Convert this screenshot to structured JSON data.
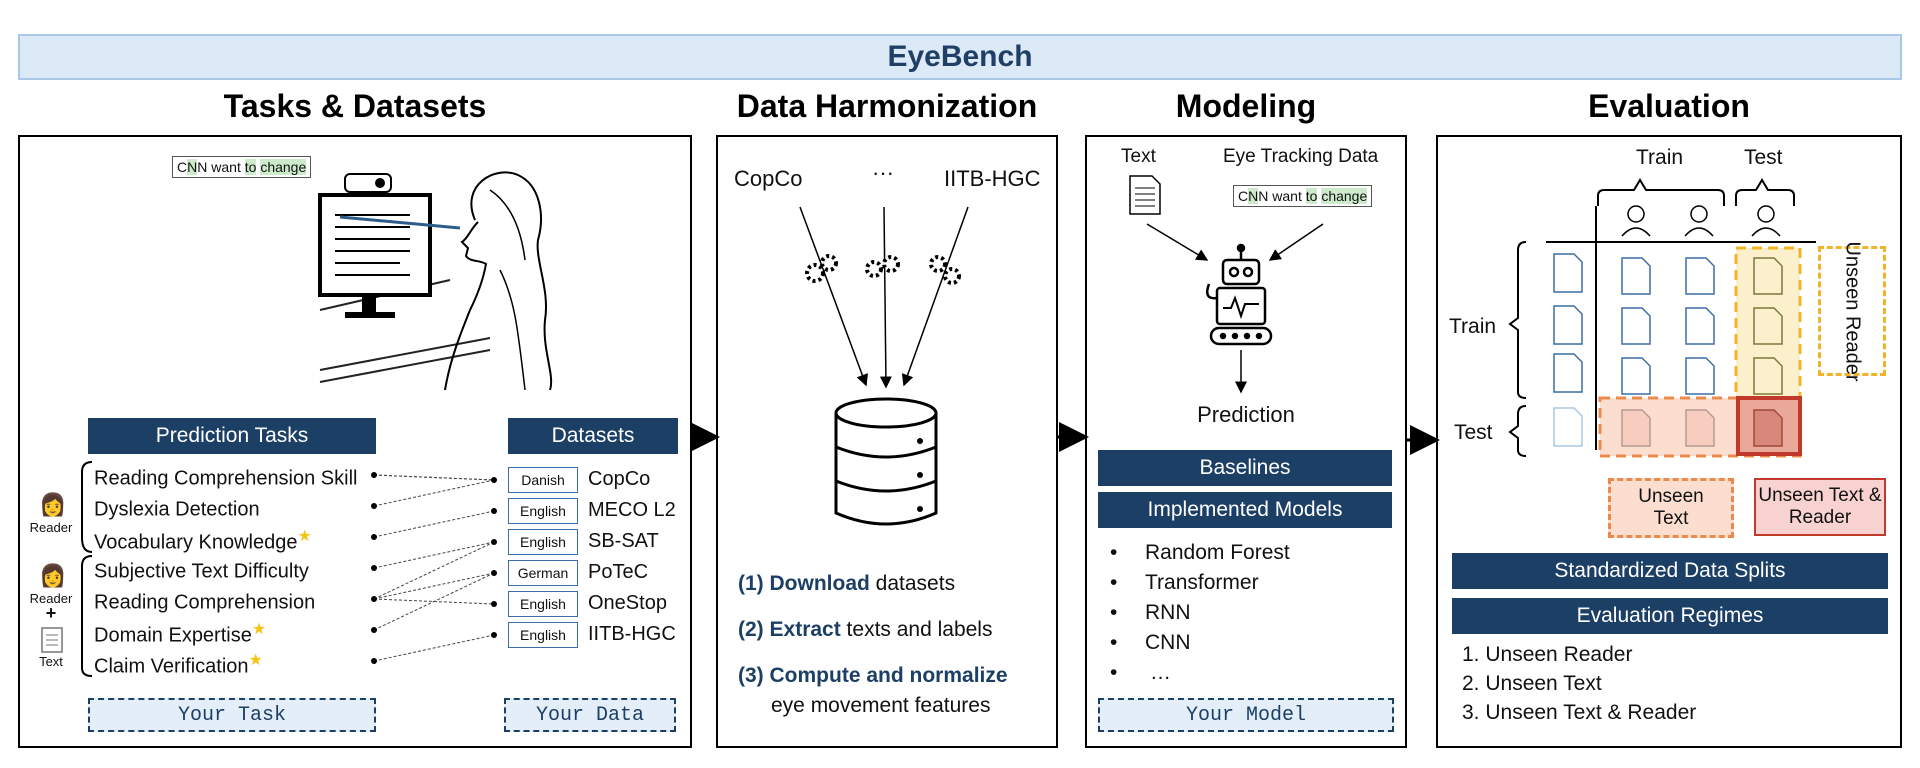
{
  "banner": "EyeBench",
  "sections": {
    "tasks": "Tasks & Datasets",
    "harmonization": "Data Harmonization",
    "modeling": "Modeling",
    "evaluation": "Evaluation"
  },
  "tasks_panel": {
    "sentence": [
      "C",
      "N",
      "N",
      "want",
      "to",
      "change"
    ],
    "prediction_tasks_header": "Prediction Tasks",
    "datasets_header": "Datasets",
    "reader_label": "Reader",
    "reader_plus_label": "Reader",
    "plus": "+",
    "text_label": "Text",
    "tasks": [
      {
        "label": "Reading Comprehension Skill",
        "star": ""
      },
      {
        "label": "Dyslexia Detection",
        "star": ""
      },
      {
        "label": "Vocabulary Knowledge",
        "star": "★"
      },
      {
        "label": "Subjective Text Difficulty",
        "star": ""
      },
      {
        "label": "Reading Comprehension",
        "star": ""
      },
      {
        "label": "Domain Expertise",
        "star": "★"
      },
      {
        "label": "Claim Verification",
        "star": "★"
      }
    ],
    "datasets": [
      {
        "lang": "Danish",
        "name": "CopCo"
      },
      {
        "lang": "English",
        "name": "MECO L2"
      },
      {
        "lang": "English",
        "name": "SB-SAT"
      },
      {
        "lang": "German",
        "name": "PoTeC"
      },
      {
        "lang": "English",
        "name": "OneStop"
      },
      {
        "lang": "English",
        "name": "IITB-HGC"
      }
    ],
    "your_task": "Your Task",
    "your_data": "Your Data"
  },
  "harmonization_panel": {
    "source_left": "CopCo",
    "source_mid": "···",
    "source_right": "IITB-HGC",
    "steps": [
      {
        "num": "(1)",
        "bold": "Download",
        "rest": " datasets"
      },
      {
        "num": "(2)",
        "bold": "Extract",
        "rest": " texts and labels"
      },
      {
        "num": "(3)",
        "bold": "Compute and normalize",
        "rest": ""
      }
    ],
    "step3_line2": "eye movement features"
  },
  "modeling_panel": {
    "text_label": "Text",
    "eye_label": "Eye Tracking Data",
    "prediction": "Prediction",
    "baselines": "Baselines",
    "implemented": "Implemented Models",
    "models": [
      "Random Forest",
      "Transformer",
      "RNN",
      "CNN",
      "…"
    ],
    "your_model": "Your Model"
  },
  "evaluation_panel": {
    "col_train": "Train",
    "col_test": "Test",
    "row_train": "Train",
    "row_test": "Test",
    "unseen_reader_box": "Unseen Reader",
    "unseen_text_box": "Unseen Text",
    "unseen_text_reader_box": "Unseen Text & Reader",
    "splits": "Standardized Data Splits",
    "regimes_header": "Evaluation Regimes",
    "regimes": [
      "1. Unseen Reader",
      "2. Unseen Text",
      "3. Unseen Text & Reader"
    ]
  }
}
